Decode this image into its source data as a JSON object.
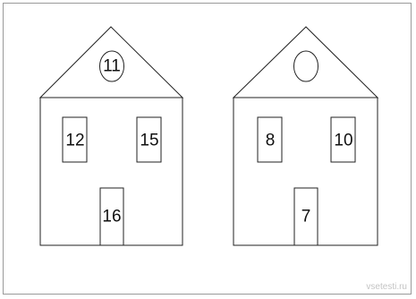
{
  "houses": [
    {
      "attic": "11",
      "window_left": "12",
      "window_right": "15",
      "door": "16"
    },
    {
      "attic": "",
      "window_left": "8",
      "window_right": "10",
      "door": "7"
    }
  ],
  "watermark": "vsetesti.ru",
  "colors": {
    "stroke": "#222222",
    "background": "#ffffff",
    "frame": "#9a9a9a"
  }
}
